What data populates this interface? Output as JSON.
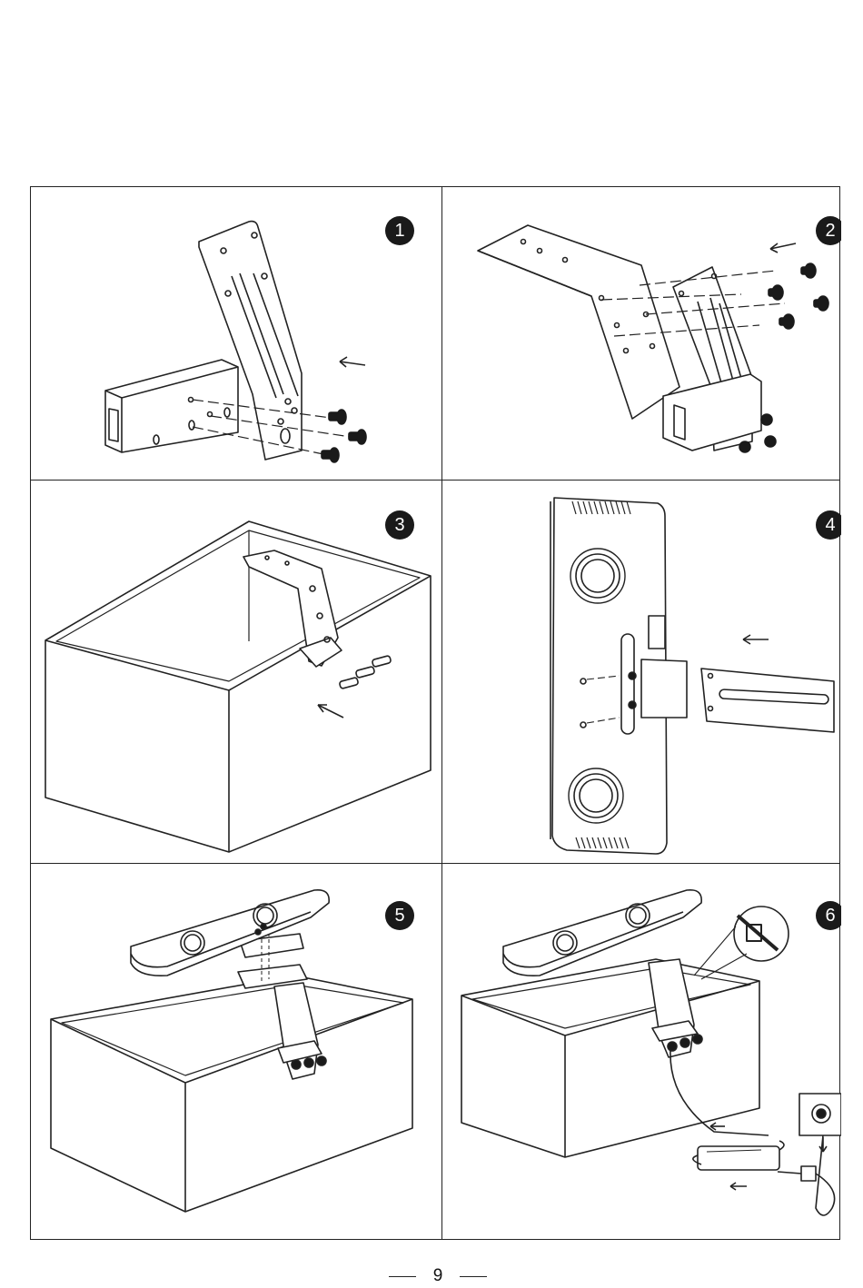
{
  "steps": [
    {
      "number": "1"
    },
    {
      "number": "2"
    },
    {
      "number": "3"
    },
    {
      "number": "4"
    },
    {
      "number": "5"
    },
    {
      "number": "6"
    }
  ],
  "footer": {
    "page_number": "9"
  }
}
